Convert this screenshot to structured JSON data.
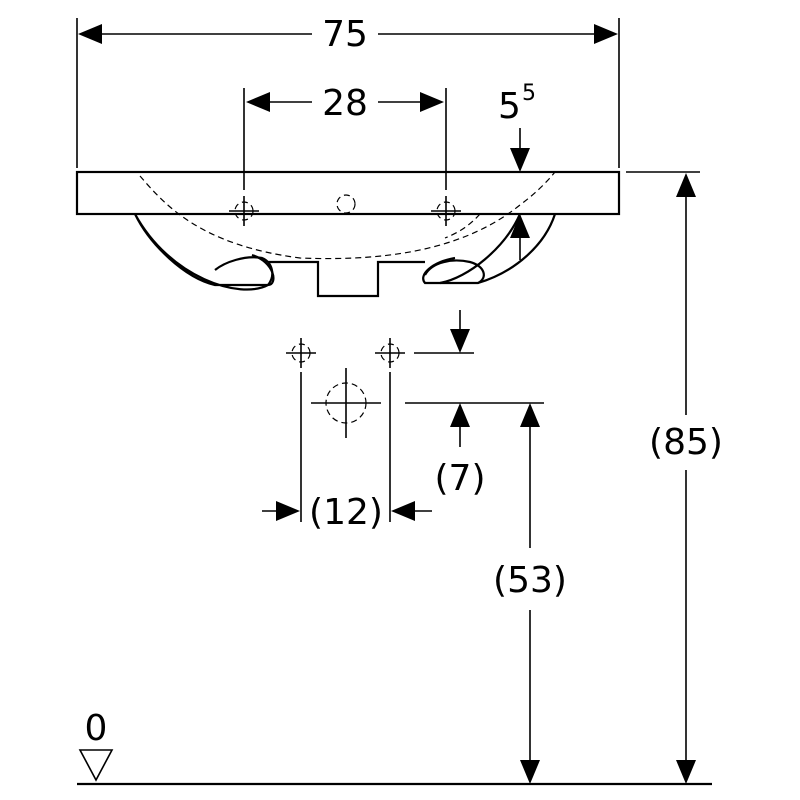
{
  "dimensions": {
    "overall_width": "75",
    "tap_hole_spacing": "28",
    "rim_thickness_base": "5",
    "rim_thickness_sup": "5",
    "overall_height": "(85)",
    "drain_height": "(53)",
    "supply_offset": "(7)",
    "supply_spacing": "(12)",
    "floor_level": "0"
  },
  "colors": {
    "line": "#000000",
    "background": "#ffffff"
  }
}
